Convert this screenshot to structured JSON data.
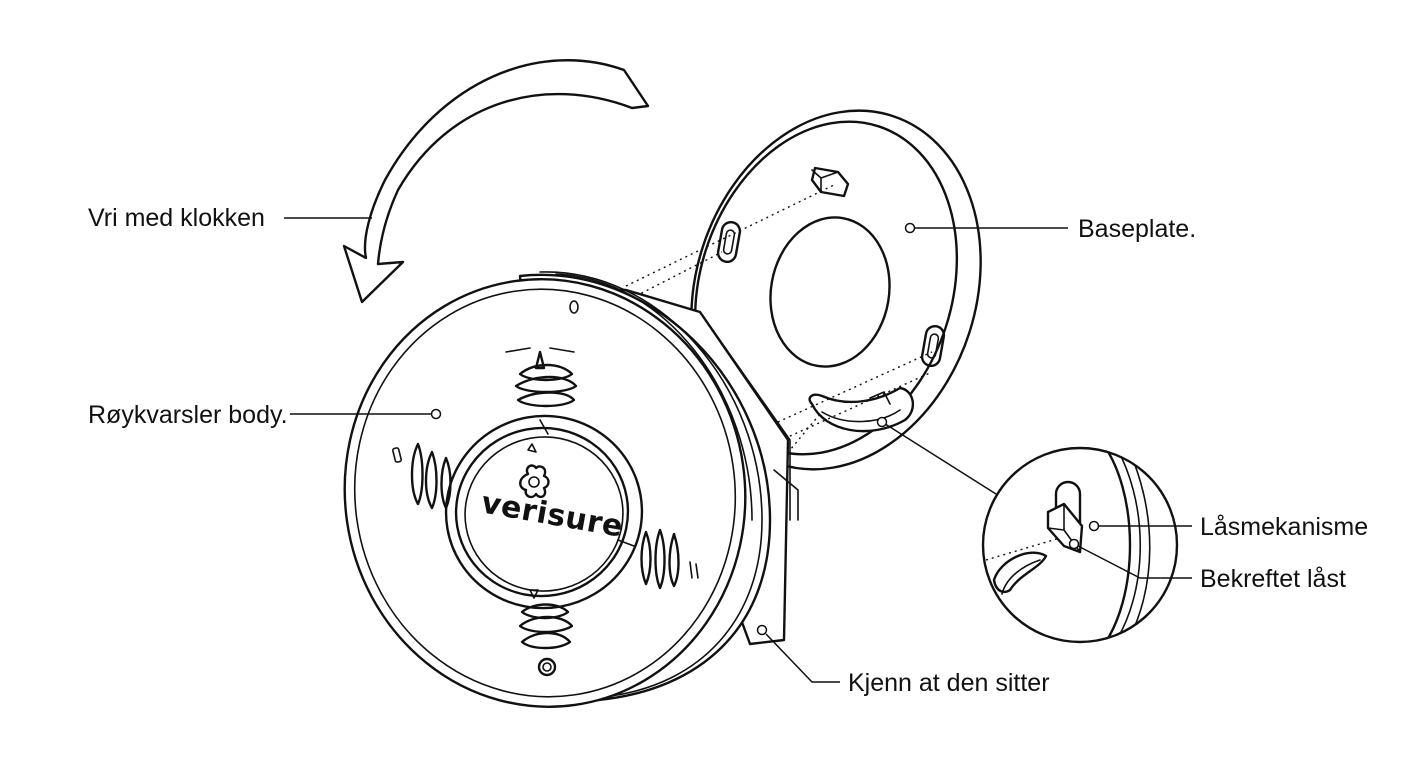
{
  "labels": {
    "rotate": "Vri med klokken",
    "body": "Røykvarsler body.",
    "baseplate": "Baseplate.",
    "lock_mechanism": "Låsmekanisme",
    "confirmed_locked": "Bekreftet låst",
    "feel_seated": "Kjenn at den sitter"
  },
  "brand": "verisure",
  "colors": {
    "line": "#111111",
    "background": "#ffffff"
  }
}
